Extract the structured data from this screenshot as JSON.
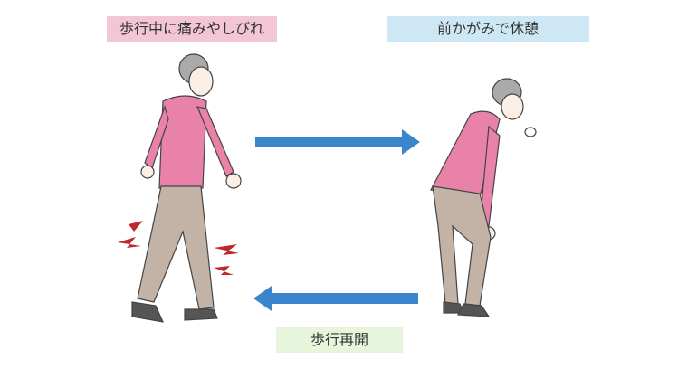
{
  "labels": {
    "walking_pain": "歩行中に痛みやしびれ",
    "bend_rest": "前かがみで休憩",
    "resume_walking": "歩行再開"
  },
  "colors": {
    "arrow": "#3a86cc",
    "label_pink": "#f2c6d6",
    "label_blue": "#cde8f4",
    "label_green": "#e6f5dc",
    "cardigan": "#e882a8",
    "pants": "#c3b2a6"
  }
}
